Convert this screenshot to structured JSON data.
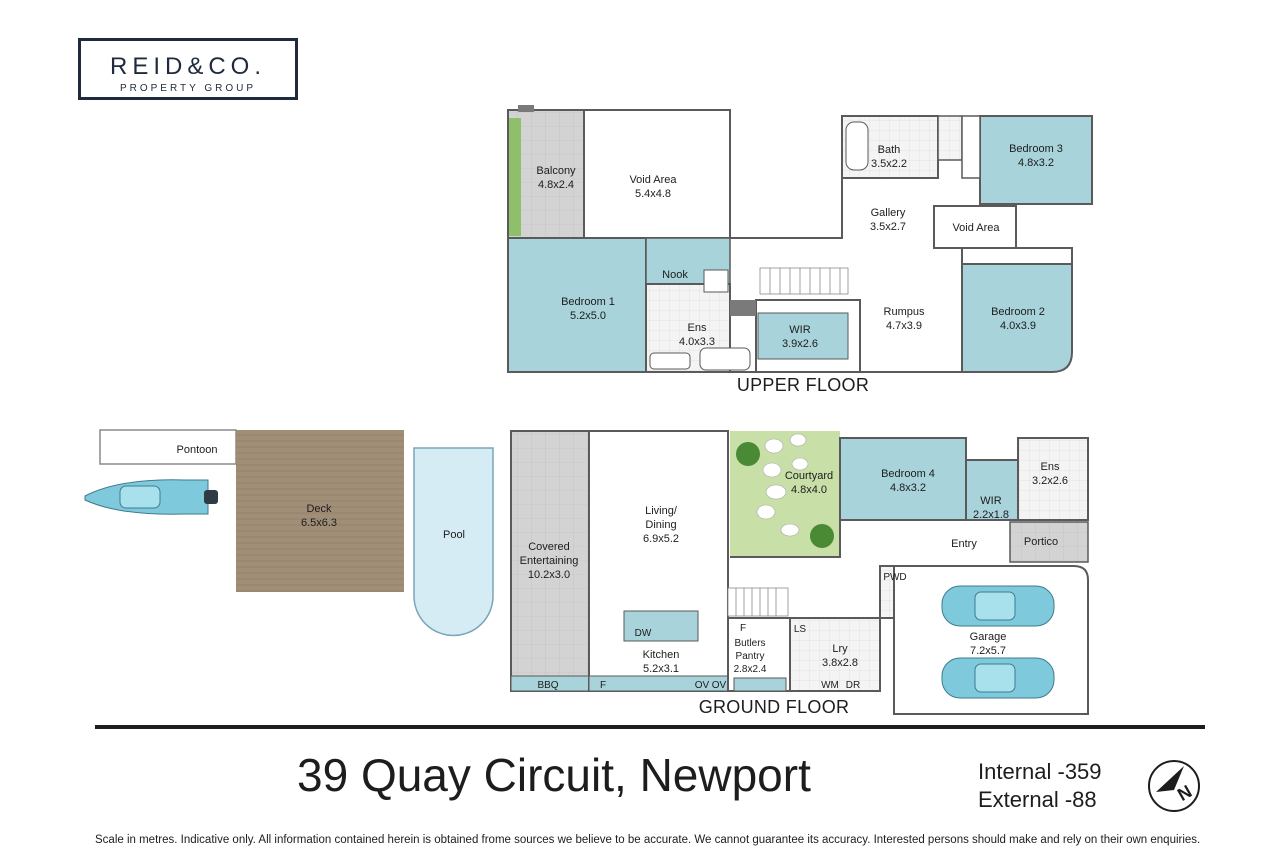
{
  "logo": {
    "name": "REID&CO.",
    "sub": "PROPERTY GROUP"
  },
  "floors": {
    "upper": "UPPER FLOOR",
    "ground": "GROUND FLOOR"
  },
  "rooms": {
    "balcony": {
      "name": "Balcony",
      "size": "4.8x2.4"
    },
    "void_area_upper": {
      "name": "Void Area",
      "size": "5.4x4.8"
    },
    "bath": {
      "name": "Bath",
      "size": "3.5x2.2"
    },
    "bedroom3": {
      "name": "Bedroom 3",
      "size": "4.8x3.2"
    },
    "gallery": {
      "name": "Gallery",
      "size": "3.5x2.7"
    },
    "void_area_right": {
      "name": "Void Area"
    },
    "nook": {
      "name": "Nook"
    },
    "bedroom1": {
      "name": "Bedroom 1",
      "size": "5.2x5.0"
    },
    "ens_upper": {
      "name": "Ens",
      "size": "4.0x3.3"
    },
    "wir_upper": {
      "name": "WIR",
      "size": "3.9x2.6"
    },
    "rumpus": {
      "name": "Rumpus",
      "size": "4.7x3.9"
    },
    "bedroom2": {
      "name": "Bedroom 2",
      "size": "4.0x3.9"
    },
    "pontoon": {
      "name": "Pontoon"
    },
    "deck": {
      "name": "Deck",
      "size": "6.5x6.3"
    },
    "pool": {
      "name": "Pool"
    },
    "covered": {
      "name1": "Covered",
      "name2": "Entertaining",
      "size": "10.2x3.0"
    },
    "living": {
      "name1": "Living/",
      "name2": "Dining",
      "size": "6.9x5.2"
    },
    "courtyard": {
      "name": "Courtyard",
      "size": "4.8x4.0"
    },
    "bedroom4": {
      "name": "Bedroom 4",
      "size": "4.8x3.2"
    },
    "ens_ground": {
      "name": "Ens",
      "size": "3.2x2.6"
    },
    "wir_ground": {
      "name": "WIR",
      "size": "2.2x1.8"
    },
    "entry": {
      "name": "Entry"
    },
    "portico": {
      "name": "Portico"
    },
    "pwd": {
      "name": "PWD"
    },
    "garage": {
      "name": "Garage",
      "size": "7.2x5.7"
    },
    "kitchen": {
      "name": "Kitchen",
      "size": "5.2x3.1"
    },
    "butlers": {
      "name1": "Butlers",
      "name2": "Pantry",
      "size": "2.8x2.4"
    },
    "lry": {
      "name": "Lry",
      "size": "3.8x2.8"
    }
  },
  "fixtures": {
    "bbq": "BBQ",
    "f1": "F",
    "f2": "F",
    "dw": "DW",
    "ov1": "OV",
    "ov2": "OV",
    "ls": "LS",
    "wm": "WM",
    "dr": "DR"
  },
  "address": "39 Quay Circuit, Newport",
  "internal": "Internal -359",
  "external": "External -88",
  "north": "N",
  "disclaimer": "Scale in metres. Indicative only. All information contained herein is obtained frome sources we believe to be accurate. We cannot guarantee its accuracy. Interested persons should make and rely on their own enquiries.",
  "colors": {
    "bedroom": "#a8d3da",
    "deck": "#a08e77",
    "paving": "#cfcfcf",
    "courtyard": "#c8e0a8",
    "pool": "#d5ecf5",
    "wall": "#5a5a5a",
    "logo": "#1f2a3c"
  }
}
